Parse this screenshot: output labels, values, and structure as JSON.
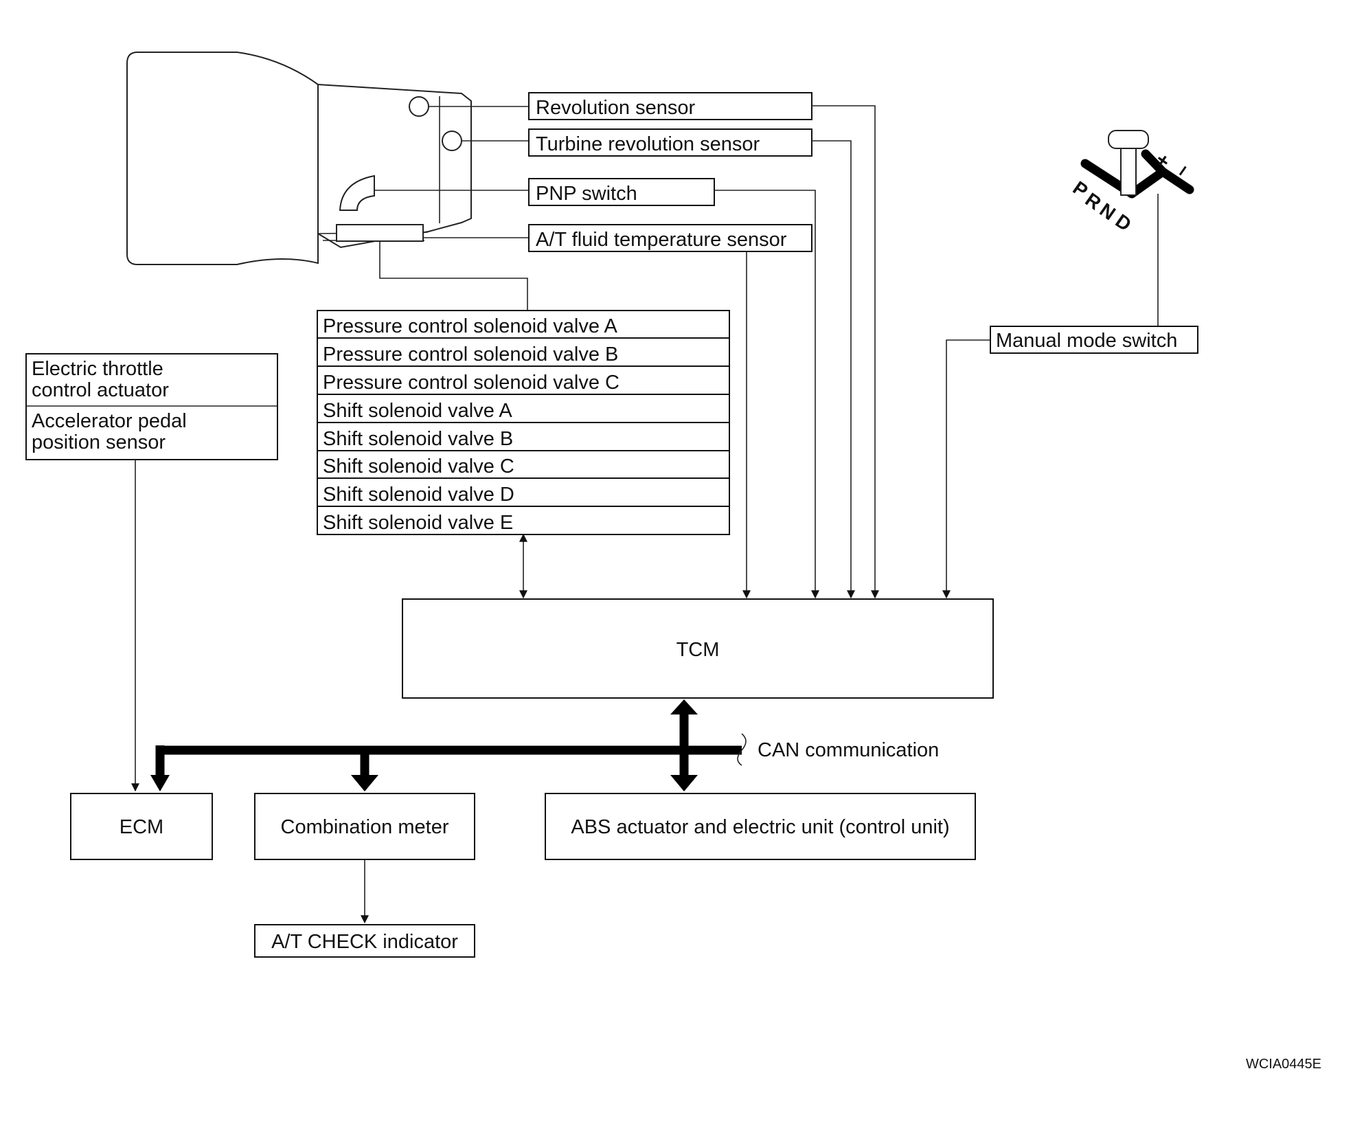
{
  "sensors": {
    "revolution": "Revolution sensor",
    "turbine": "Turbine revolution sensor",
    "pnp": "PNP switch",
    "fluid_temp": "A/T fluid temperature sensor"
  },
  "solenoid_valves": [
    "Pressure control solenoid valve A",
    "Pressure control solenoid valve B",
    "Pressure control solenoid valve C",
    "Shift  solenoid valve A",
    "Shift  solenoid valve B",
    "Shift  solenoid valve C",
    "Shift  solenoid valve D",
    "Shift  solenoid valve E"
  ],
  "throttle_group": {
    "actuator_line1": "Electric throttle",
    "actuator_line2": "control actuator",
    "pedal_line1": "Accelerator pedal",
    "pedal_line2": "position sensor"
  },
  "manual_mode_switch": "Manual mode switch",
  "shifter": {
    "positions": [
      "P",
      "R",
      "N",
      "D"
    ],
    "plus": "+",
    "minus": "–"
  },
  "tcm": "TCM",
  "can_label": "CAN communication",
  "units": {
    "ecm": "ECM",
    "combination_meter": "Combination meter",
    "abs": "ABS actuator and electric unit (control unit)",
    "at_check": "A/T CHECK indicator"
  },
  "figure_code": "WCIA0445E"
}
